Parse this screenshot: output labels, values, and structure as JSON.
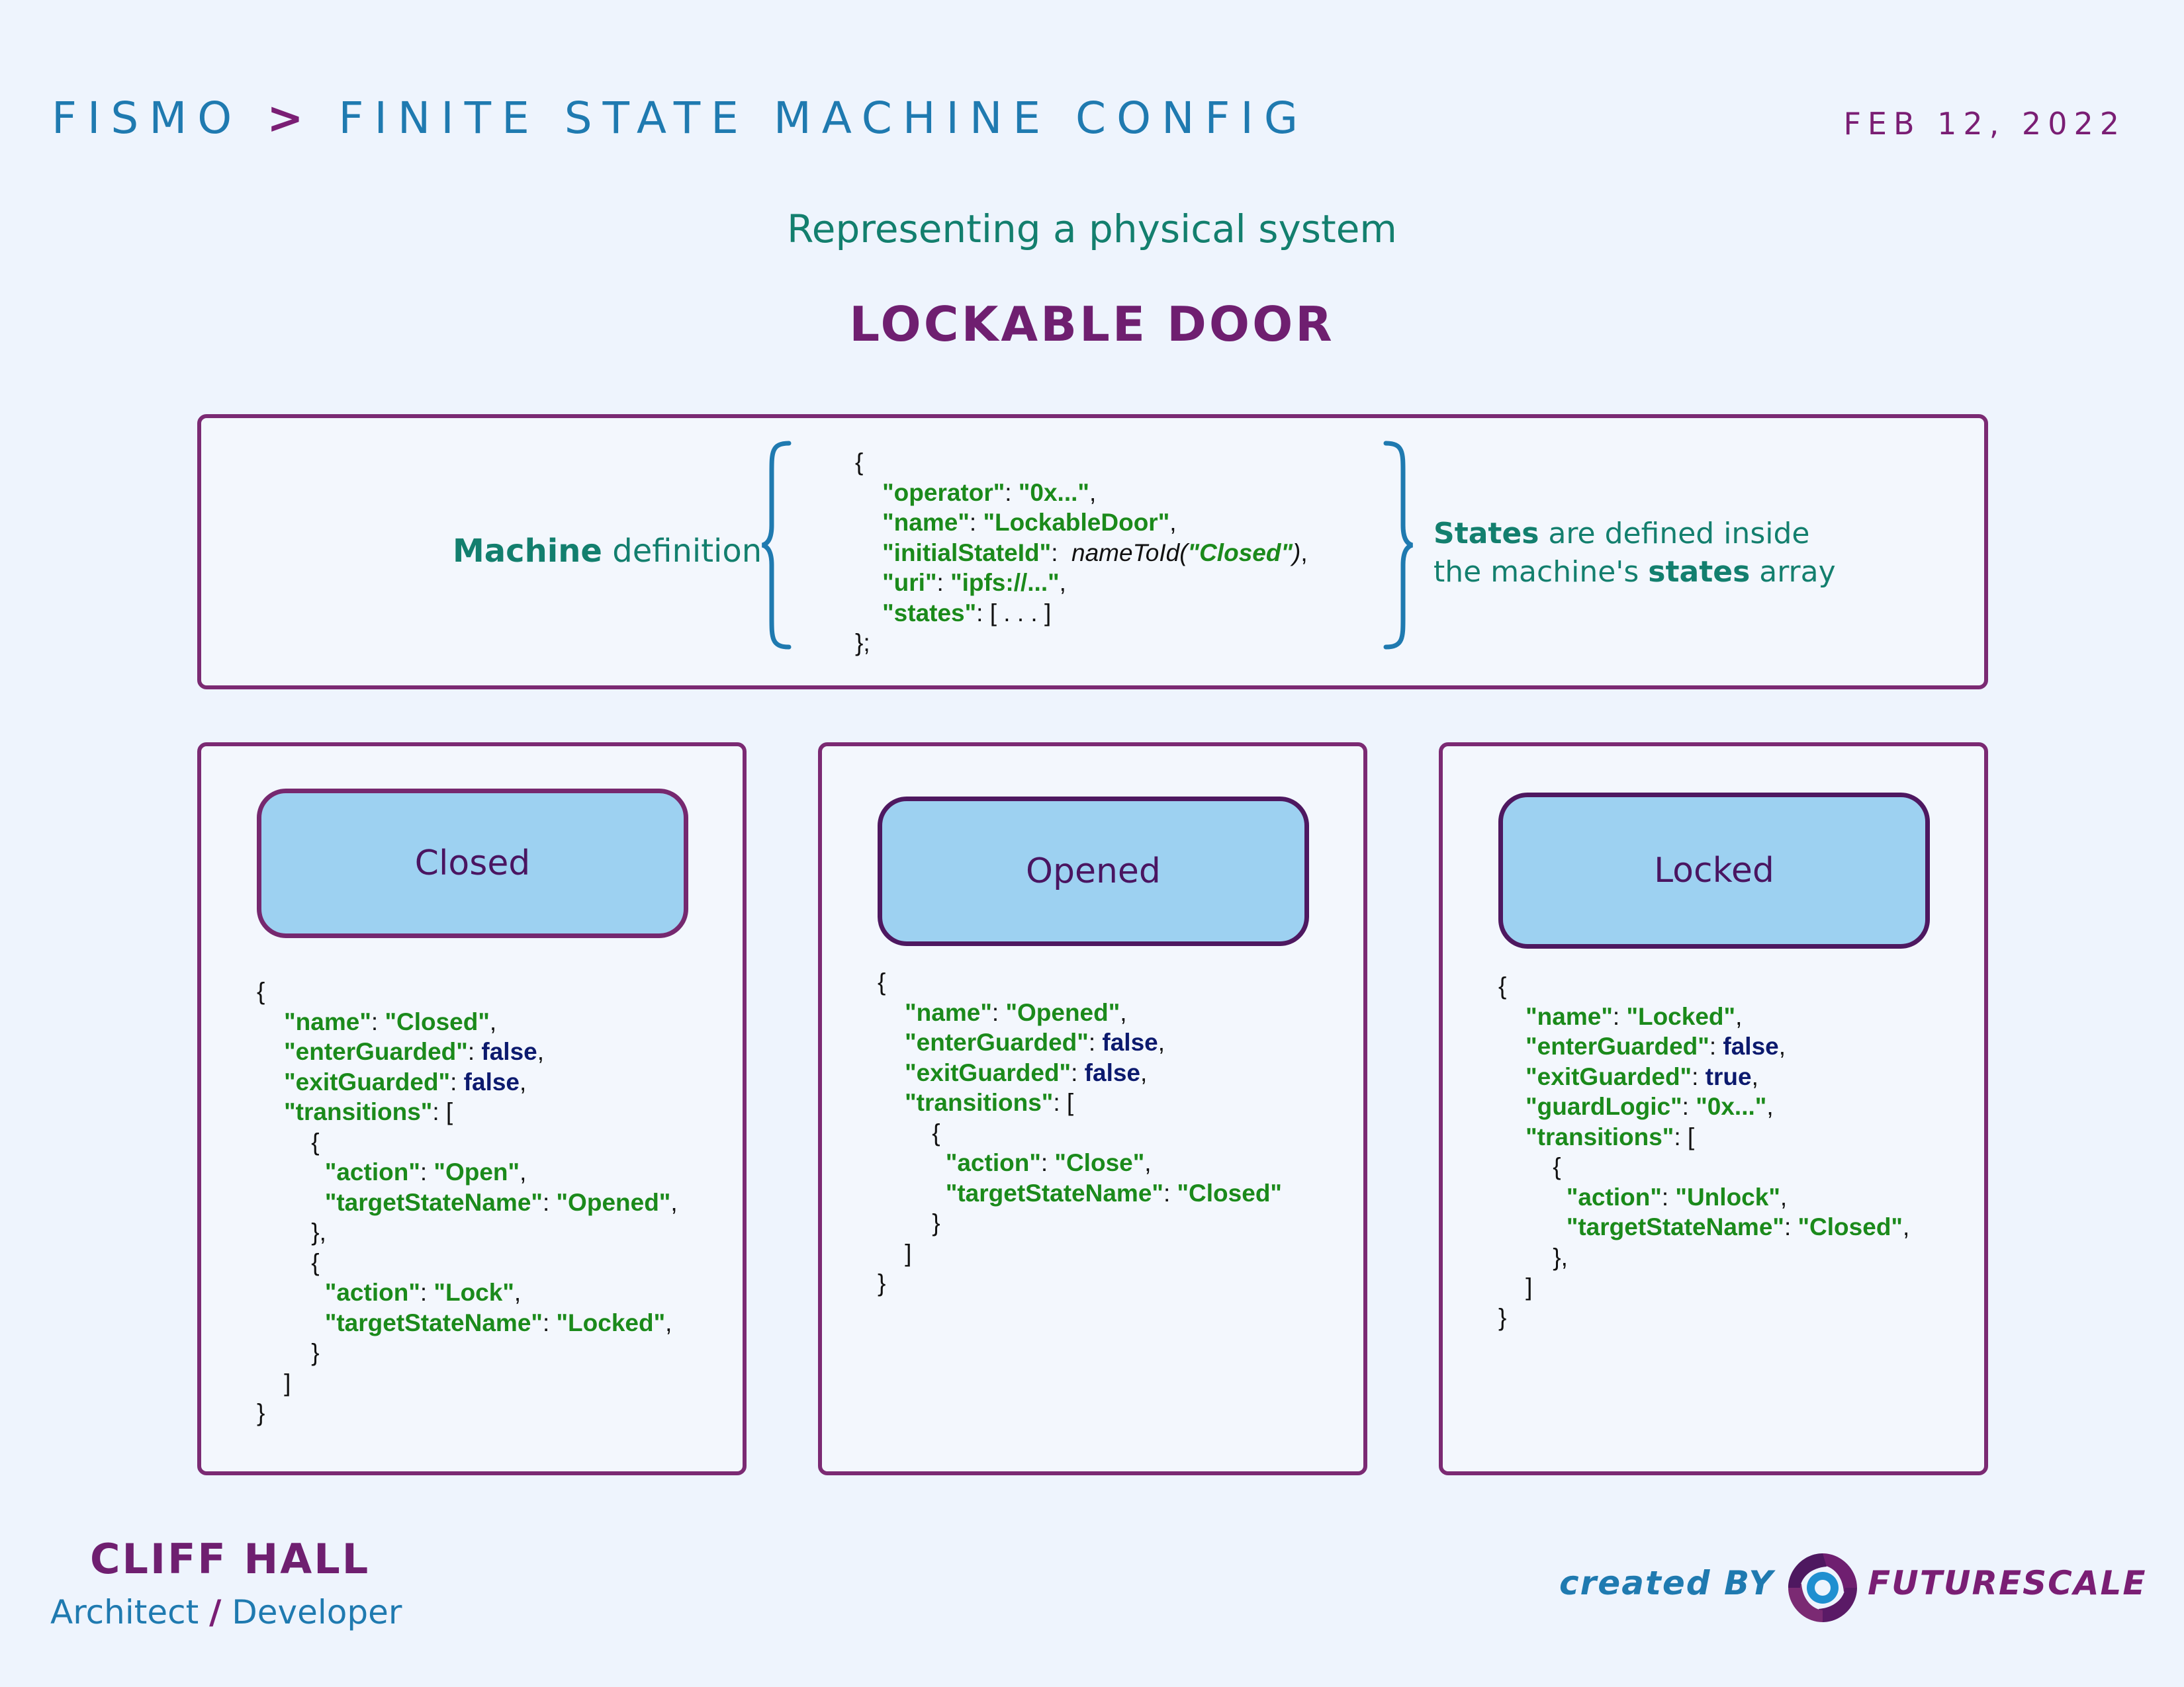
{
  "header": {
    "app": "FISMO",
    "separator": ">",
    "title": "FINITE STATE MACHINE CONFIG",
    "date": "FEB 12, 2022"
  },
  "subtitle": "Representing a physical system",
  "diagram_title": "LOCKABLE DOOR",
  "machine": {
    "label_bold": "Machine",
    "label_rest": " definition",
    "note_line1_bold": "States",
    "note_line1_rest": " are defined inside",
    "note_line2_pre": "the machine's ",
    "note_line2_bold": "states",
    "note_line2_post": " array",
    "operator": "\"0x...\"",
    "name": "\"LockableDoor\"",
    "initialStateId_fn": "nameToId(",
    "initialStateId_arg": "\"Closed\"",
    "initialStateId_close": ")",
    "uri": "\"ipfs://...\"",
    "states": "[ . . . ]"
  },
  "states": [
    {
      "label": "Closed",
      "name": "\"Closed\"",
      "enterGuarded": "false",
      "exitGuarded": "false",
      "transitions": [
        {
          "action": "\"Open\"",
          "targetStateName": "\"Opened\""
        },
        {
          "action": "\"Lock\"",
          "targetStateName": "\"Locked\""
        }
      ]
    },
    {
      "label": "Opened",
      "name": "\"Opened\"",
      "enterGuarded": "false",
      "exitGuarded": "false",
      "transitions": [
        {
          "action": "\"Close\"",
          "targetStateName": "\"Closed\""
        }
      ]
    },
    {
      "label": "Locked",
      "name": "\"Locked\"",
      "enterGuarded": "false",
      "exitGuarded": "true",
      "guardLogic": "\"0x...\"",
      "transitions": [
        {
          "action": "\"Unlock\"",
          "targetStateName": "\"Closed\""
        }
      ]
    }
  ],
  "footer": {
    "author_name": "CLIFF HALL",
    "author_role_1": "Architect",
    "author_role_sep": "/",
    "author_role_2": "Developer",
    "created_by": "created BY",
    "brand": "FUTURESCALE"
  },
  "colors": {
    "background": "#eef4fd",
    "accent_blue": "#1f7ab0",
    "accent_purple": "#7a1e74",
    "teal": "#137f6e",
    "code_green": "#1b8a1b",
    "code_boolean": "#0c1a6e",
    "state_fill": "#9dd1f1"
  }
}
